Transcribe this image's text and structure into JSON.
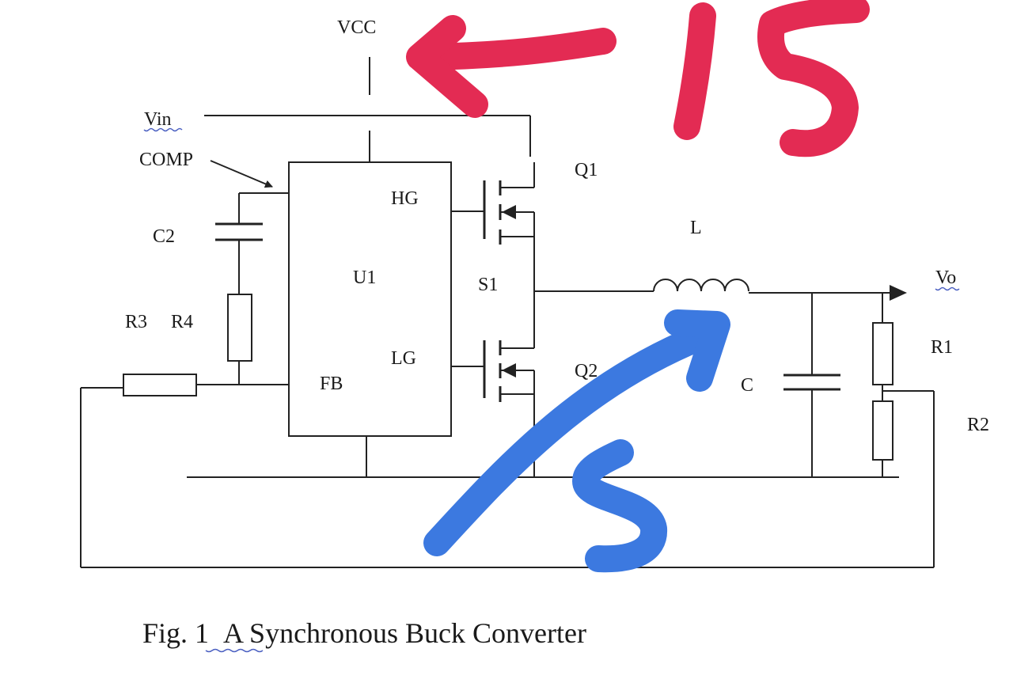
{
  "labels": {
    "vcc": "VCC",
    "vin": "Vin",
    "comp": "COMP",
    "c2": "C2",
    "r3": "R3",
    "r4": "R4",
    "u1": "U1",
    "hg": "HG",
    "lg": "LG",
    "fb": "FB",
    "q1": "Q1",
    "q2": "Q2",
    "s1": "S1",
    "l": "L",
    "vo": "Vo",
    "r1": "R1",
    "r2": "R2",
    "c": "C"
  },
  "caption": {
    "fig": "Fig.",
    "num": "1",
    "text": "A Synchronous Buck Converter"
  },
  "annotations": {
    "red_value": "15",
    "blue_value": "5",
    "red_color": "#e32b53",
    "blue_color": "#3c79e0"
  }
}
